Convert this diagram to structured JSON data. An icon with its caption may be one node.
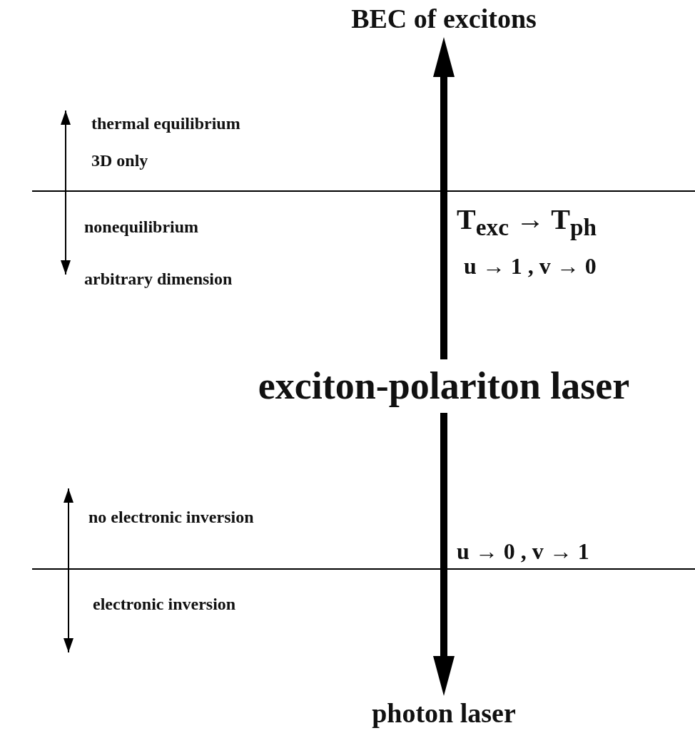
{
  "diagram": {
    "nodes": [
      {
        "text": [
          "exciton-polariton laser"
        ]
      },
      {
        "text": [
          "BEC of excitons"
        ]
      },
      {
        "text": [
          "photon laser"
        ]
      }
    ],
    "edges": [
      {
        "from": 0,
        "to": 1,
        "arrow": "to"
      },
      {
        "from": 0,
        "to": 2,
        "arrow": "to"
      }
    ],
    "labels": [
      "thermal equilibrium",
      "3D only",
      "nonequilibrium",
      "T$_{exc}$ → T$_{ph}$",
      "u → 1 , v → 0",
      "arbitrary dimension",
      "no electronic inversion",
      "u → 0 , v → 1",
      "electronic inversion"
    ]
  }
}
